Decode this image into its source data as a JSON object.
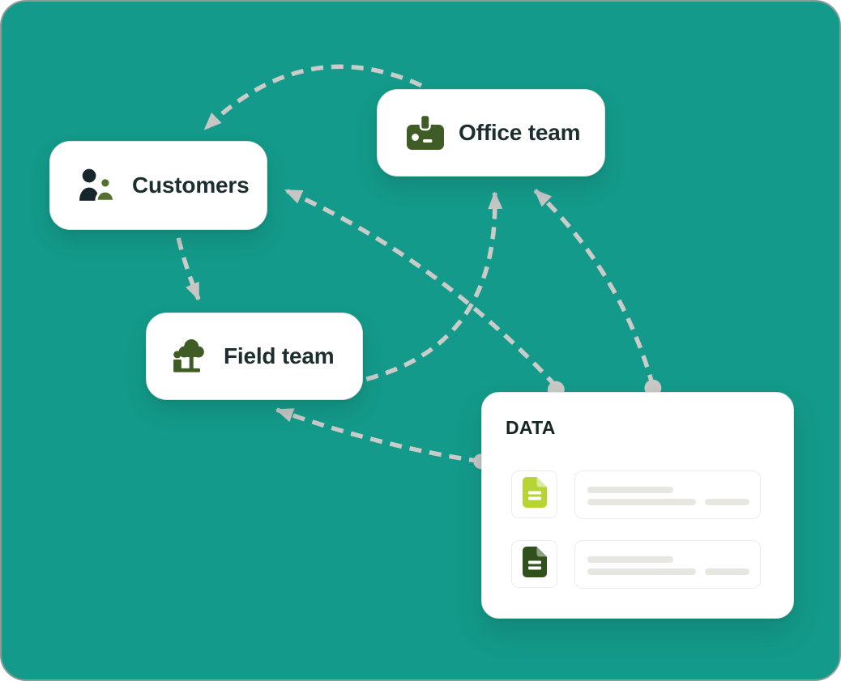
{
  "canvas": {
    "background_color": "#149a8a",
    "edge_color": "#8d9c99"
  },
  "connectors": {
    "color": "#cbcbca",
    "style": "dashed-arrow",
    "edges": [
      {
        "from": "office-team",
        "to": "customers"
      },
      {
        "from": "customers",
        "to": "field-team"
      },
      {
        "from": "field-team",
        "to": "office-team"
      },
      {
        "from": "data-panel",
        "to": "customers"
      },
      {
        "from": "data-panel",
        "to": "office-team"
      },
      {
        "from": "data-panel",
        "to": "field-team"
      }
    ]
  },
  "nodes": {
    "customers": {
      "label": "Customers",
      "icon": "two-people-icon"
    },
    "office_team": {
      "label": "Office team",
      "icon": "id-badge-icon"
    },
    "field_team": {
      "label": "Field team",
      "icon": "person-and-tree-icon"
    }
  },
  "data_panel": {
    "title": "DATA",
    "rows": [
      {
        "icon": "document-icon",
        "icon_color": "#b6d433"
      },
      {
        "icon": "document-icon",
        "icon_color": "#30511c"
      }
    ]
  },
  "colors": {
    "node_text": "#1d2e2e",
    "icon_person_dark": "#17262b",
    "icon_person_green": "#53702f",
    "icon_olive_green": "#3f5c26",
    "placeholder_bar": "#e8e6e1",
    "card_background": "#ffffff"
  }
}
